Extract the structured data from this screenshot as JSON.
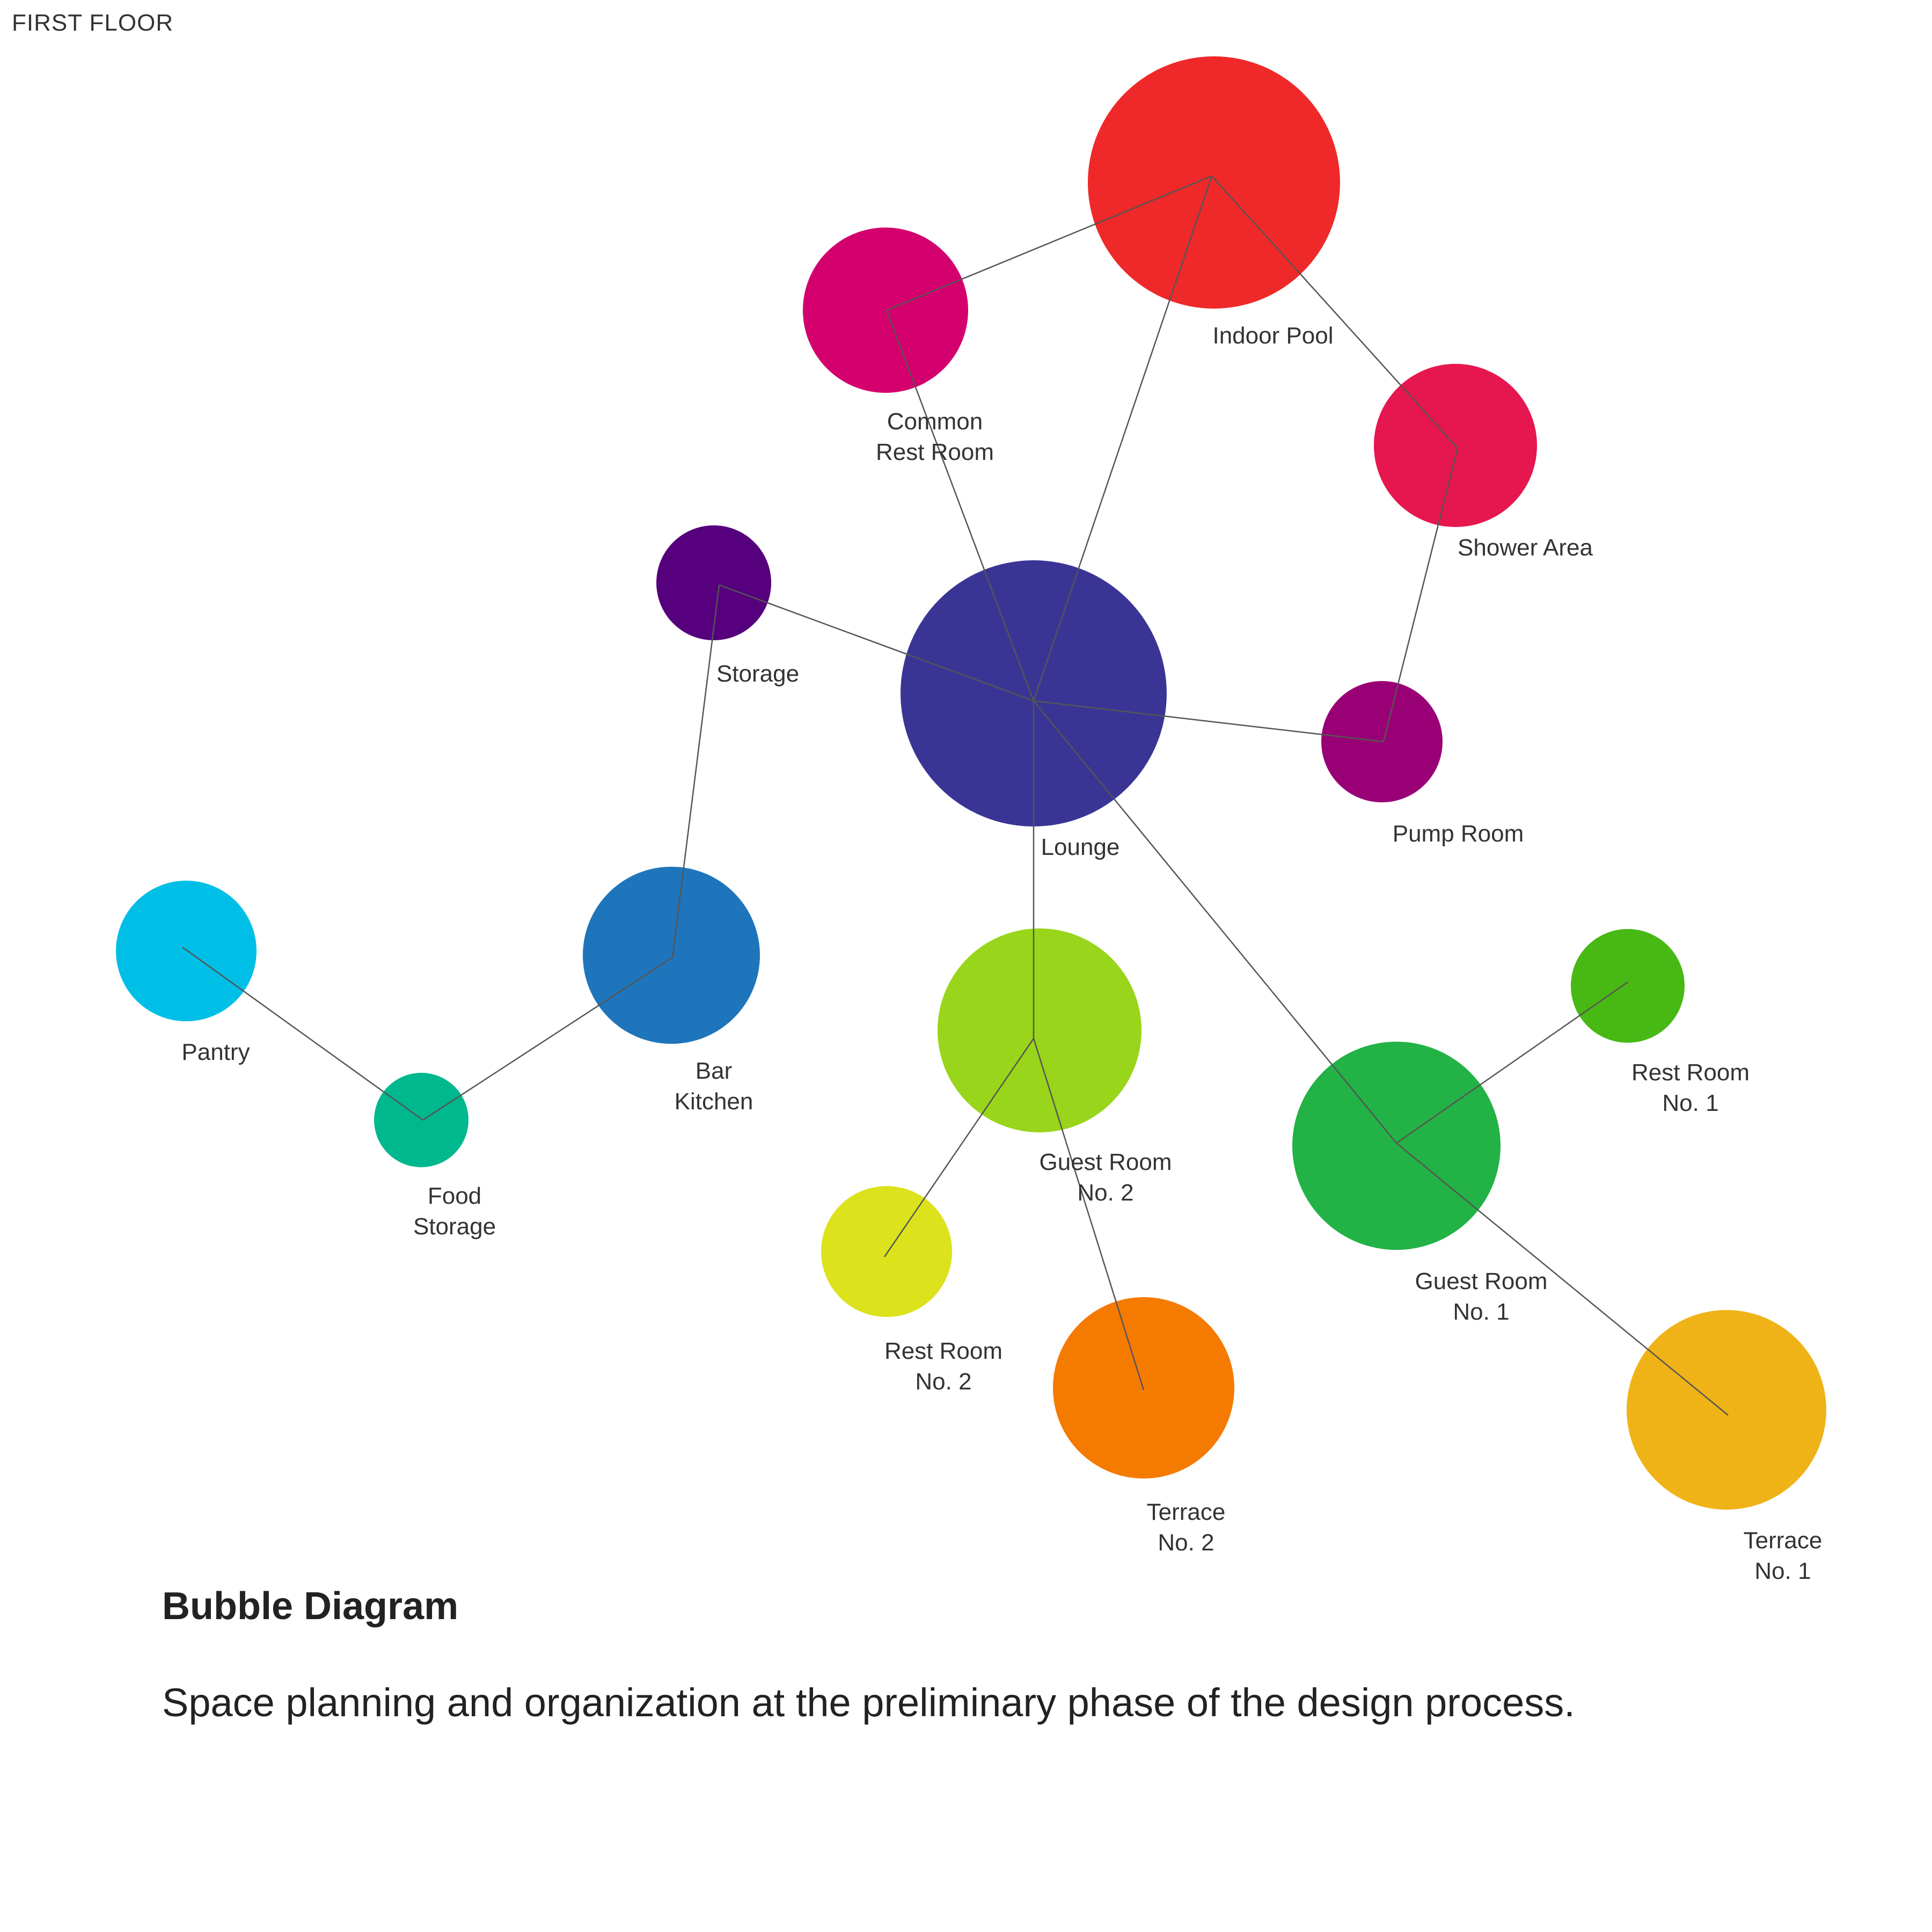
{
  "floor_label": "FIRST FLOOR",
  "title": "Bubble Diagram",
  "subtitle": "Space planning and organization at the preliminary phase of the design process.",
  "nodes": [
    {
      "id": "indoor-pool",
      "label": [
        "Indoor Pool"
      ],
      "color": "#EF2929"
    },
    {
      "id": "common-rest-room",
      "label": [
        "Common",
        "Rest Room"
      ],
      "color": "#D3006E"
    },
    {
      "id": "shower-area",
      "label": [
        "Shower Area"
      ],
      "color": "#E6164E"
    },
    {
      "id": "storage",
      "label": [
        "Storage"
      ],
      "color": "#56007D"
    },
    {
      "id": "lounge",
      "label": [
        "Lounge"
      ],
      "color": "#3A3595"
    },
    {
      "id": "pump-room",
      "label": [
        "Pump Room"
      ],
      "color": "#9A0075"
    },
    {
      "id": "pantry",
      "label": [
        "Pantry"
      ],
      "color": "#00BFE6"
    },
    {
      "id": "bar-kitchen",
      "label": [
        "Bar",
        "Kitchen"
      ],
      "color": "#1E75BB"
    },
    {
      "id": "food-storage",
      "label": [
        "Food",
        "Storage"
      ],
      "color": "#00B88E"
    },
    {
      "id": "guest-room-2",
      "label": [
        "Guest Room",
        "No. 2"
      ],
      "color": "#99D51A"
    },
    {
      "id": "rest-room-1",
      "label": [
        "Rest Room",
        "No. 1"
      ],
      "color": "#48B815"
    },
    {
      "id": "guest-room-1",
      "label": [
        "Guest Room",
        "No. 1"
      ],
      "color": "#22B246"
    },
    {
      "id": "rest-room-2",
      "label": [
        "Rest Room",
        "No. 2"
      ],
      "color": "#DCE21C"
    },
    {
      "id": "terrace-2",
      "label": [
        "Terrace",
        "No. 2"
      ],
      "color": "#F57A00"
    },
    {
      "id": "terrace-1",
      "label": [
        "Terrace",
        "No. 1"
      ],
      "color": "#EFB318"
    }
  ],
  "edges": [
    [
      "indoor-pool",
      "common-rest-room"
    ],
    [
      "indoor-pool",
      "shower-area"
    ],
    [
      "indoor-pool",
      "lounge"
    ],
    [
      "common-rest-room",
      "lounge"
    ],
    [
      "shower-area",
      "pump-room"
    ],
    [
      "lounge",
      "pump-room"
    ],
    [
      "lounge",
      "storage"
    ],
    [
      "storage",
      "bar-kitchen"
    ],
    [
      "bar-kitchen",
      "food-storage"
    ],
    [
      "food-storage",
      "pantry"
    ],
    [
      "lounge",
      "guest-room-2"
    ],
    [
      "guest-room-2",
      "rest-room-2"
    ],
    [
      "guest-room-2",
      "terrace-2"
    ],
    [
      "lounge",
      "guest-room-1"
    ],
    [
      "guest-room-1",
      "rest-room-1"
    ],
    [
      "guest-room-1",
      "terrace-1"
    ]
  ]
}
